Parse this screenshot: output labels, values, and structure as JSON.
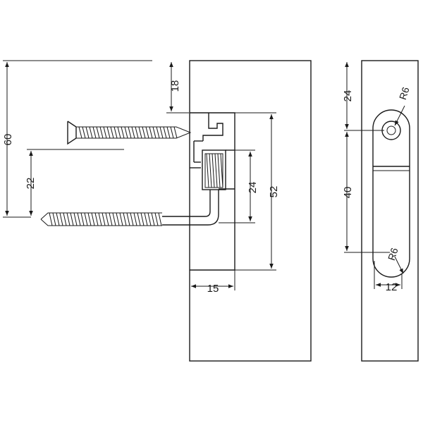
{
  "dimensions": {
    "side_total_height": "60",
    "side_top_offset": "18",
    "side_hook_height": "22",
    "side_sleeve_height": "24",
    "side_bracket_height": "52",
    "side_bracket_depth": "15",
    "front_top_offset": "24",
    "front_slot_spacing": "40",
    "front_top_radius": "R6",
    "front_bottom_radius": "R6",
    "front_plate_width": "12"
  },
  "colors": {
    "line": "#1a1a1a",
    "background": "#ffffff"
  }
}
